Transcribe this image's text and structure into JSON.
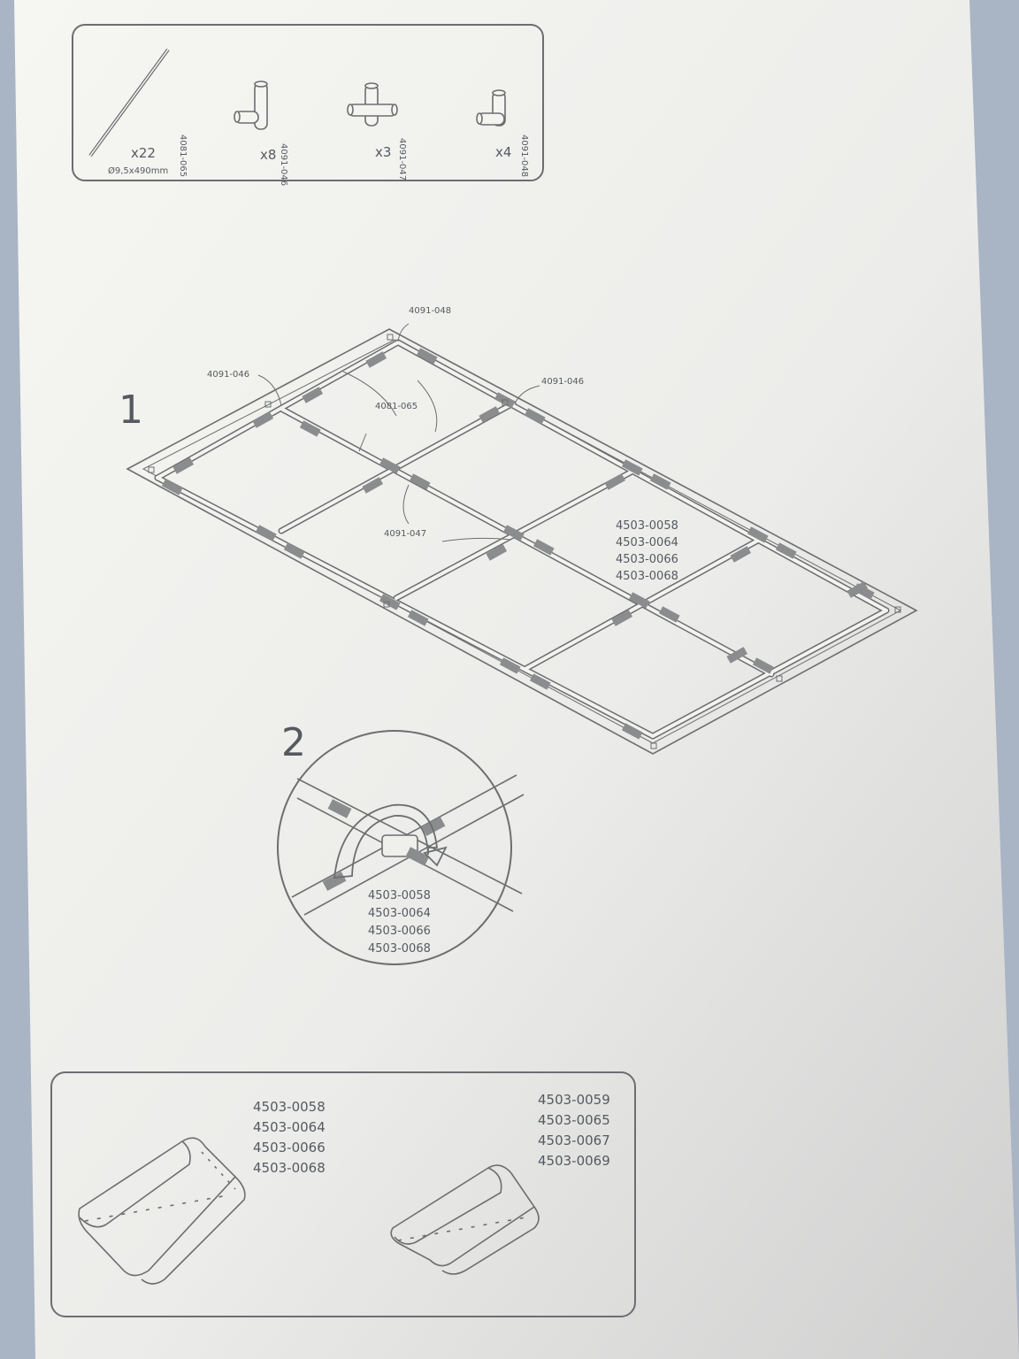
{
  "parts": [
    {
      "qty": "x22",
      "code": "4081-065",
      "size": "Ø9,5x490mm",
      "icon": "rod-icon"
    },
    {
      "qty": "x8",
      "code": "4091-046",
      "icon": "t-connector-icon"
    },
    {
      "qty": "x3",
      "code": "4091-047",
      "icon": "cross-connector-icon"
    },
    {
      "qty": "x4",
      "code": "4091-048",
      "icon": "elbow-connector-icon"
    }
  ],
  "step1": {
    "number": "1",
    "callouts": [
      "4091-048",
      "4091-046",
      "4091-046",
      "4081-065",
      "4091-047"
    ],
    "fabric_codes": [
      "4503-0058",
      "4503-0064",
      "4503-0066",
      "4503-0068"
    ]
  },
  "step2": {
    "number": "2",
    "fabric_codes": [
      "4503-0058",
      "4503-0064",
      "4503-0066",
      "4503-0068"
    ]
  },
  "fabrics": {
    "left_codes": [
      "4503-0058",
      "4503-0064",
      "4503-0066",
      "4503-0068"
    ],
    "right_codes": [
      "4503-0059",
      "4503-0065",
      "4503-0067",
      "4503-0069"
    ]
  }
}
